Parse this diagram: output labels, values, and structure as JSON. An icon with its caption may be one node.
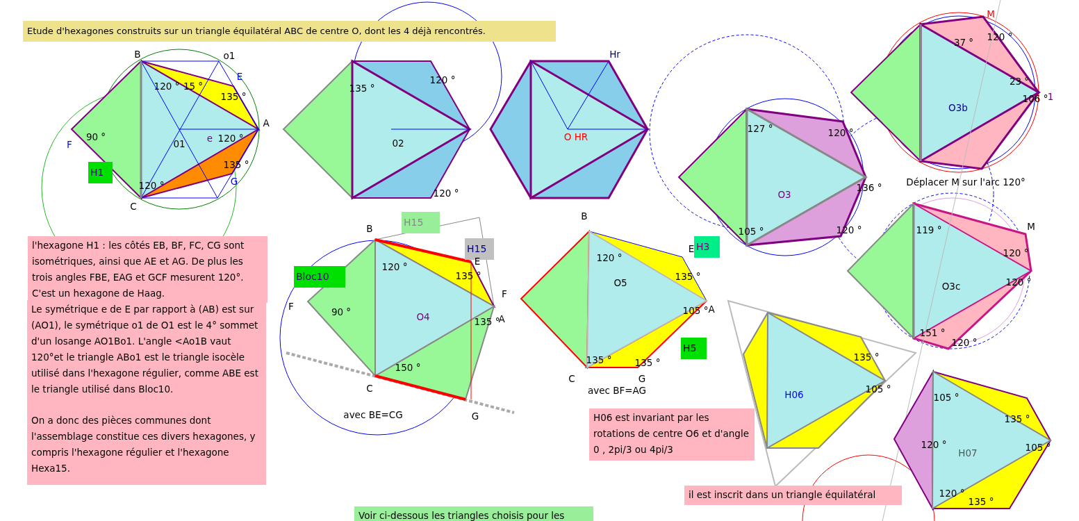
{
  "diagram": {
    "nodes": [
      {
        "text": [
          "Etude d'hexagones construits sur un triangle équilatéral ABC de centre O, dont les 4 déjà rencontrés."
        ]
      },
      {
        "text": [
          "H1"
        ]
      },
      {
        "text": [
          "l'hexagone H1 : les côtés EB, BF, FC, CG sont isométriques, ainsi que AE et AG. De plus les trois angles FBE, EAG et GCF mesurent 120°. C'est un hexagone de Haag."
        ]
      },
      {
        "text": [
          "Le symétrique e de E par rapport à (AB) est sur (AO1), le symétrique o1 de O1 est le 4° sommet d'un losange AO1Bo1. L'angle <Ao1B vaut 120°et le triangle ABo1 est le triangle isocèle  utilisé dans l'hexagone régulier, comme ABE est le triangle utilisé dans Bloc10.",
          "On a donc des pièces communes dont l'assemblage constitue ces divers hexagones, y compris l'hexagone régulier et l'hexagone Hexa15."
        ]
      },
      {
        "text": [
          "H15"
        ]
      },
      {
        "text": [
          "H15"
        ]
      },
      {
        "text": [
          "Bloc10"
        ]
      },
      {
        "text": [
          "H3"
        ]
      },
      {
        "text": [
          "H5"
        ]
      },
      {
        "text": [
          "H06 est invariant par les rotations de centre O6 et d'angle  0 , 2pi/3 ou 4pi/3"
        ]
      },
      {
        "text": [
          "il est inscrit dans un triangle équilatéral"
        ]
      },
      {
        "text": [
          "Voir ci-dessous les triangles choisis pour les"
        ]
      }
    ],
    "labels": [
      "B",
      "o1",
      "E",
      "120 °",
      "15 °",
      "135 °",
      "A",
      "F",
      "90 °",
      "01",
      "e",
      "120 °",
      "135 °",
      "G",
      "C",
      "120 °",
      "135 °",
      "120 °",
      "02",
      "120 °",
      "Hr",
      "O HR",
      "127 °",
      "120 °",
      "O3",
      "136 °",
      "105 °",
      "120 °",
      "M",
      "37 °",
      "120 °",
      "23 °",
      "O3b",
      "106 °",
      "1",
      "Déplacer M sur l'arc 120°",
      "M",
      "119 °",
      "120 °",
      "O3c",
      "120 °",
      "151 °",
      "120 °",
      "B",
      "E",
      "120 °",
      "135 °",
      "F",
      "F",
      "90 °",
      "O4",
      "135 °",
      "A",
      "150 °",
      "C",
      "avec BE=CG",
      "G",
      "B",
      "E",
      "120 °",
      "135 °",
      "O5",
      "105 °",
      "A",
      "135 °",
      "135 °",
      "C",
      "G",
      "avec BF=AG",
      "135 °",
      "H06",
      "105 °",
      "105 °",
      "135 °",
      "120 °",
      "105 °",
      "H07",
      "120 °",
      "135 °"
    ]
  }
}
